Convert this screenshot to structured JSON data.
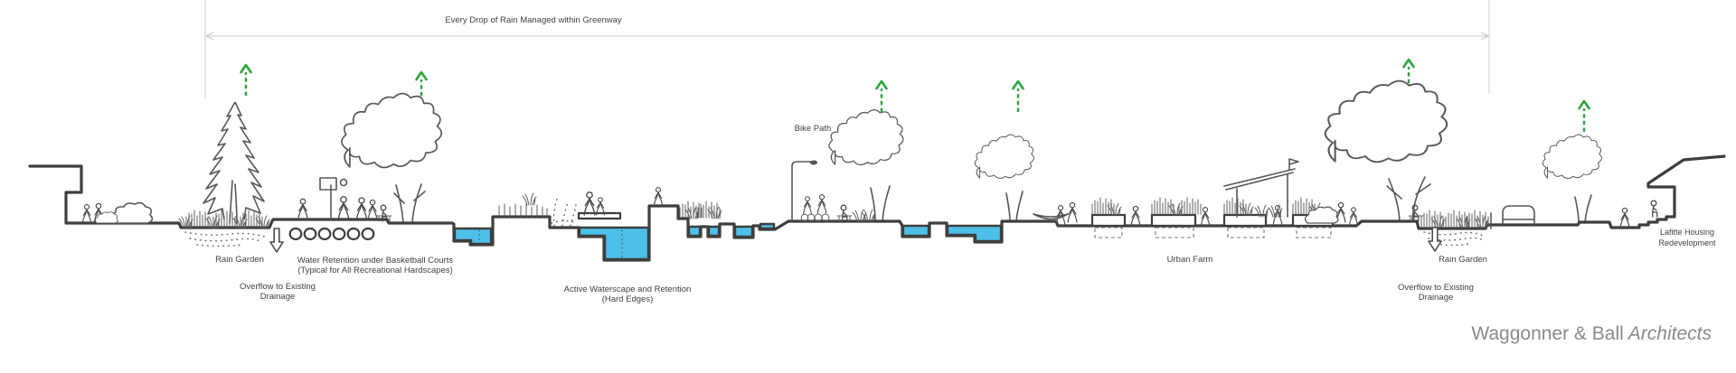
{
  "annotation": {
    "dimension_label": "Every Drop of Rain Managed within Greenway"
  },
  "labels": {
    "rain_garden_left": "Rain Garden",
    "water_retention": [
      "Water Retention under Basketball Courts",
      "(Typical for All Recreational Hardscapes)"
    ],
    "overflow_left": [
      "Overflow to Existing",
      "Drainage"
    ],
    "active_waterscape": [
      "Active Waterscape and Retention",
      "(Hard Edges)"
    ],
    "bike_path": "Bike Path",
    "urban_farm": "Urban Farm",
    "rain_garden_right": "Rain Garden",
    "overflow_right": [
      "Overflow to Existing",
      "Drainage"
    ],
    "lafitte": [
      "Lafitte Housing",
      "Redevelopment"
    ]
  },
  "branding": {
    "name": "Waggonner & Ball",
    "suffix": "Architects"
  },
  "colors": {
    "ink": "#3e3e3e",
    "water": "#4CC0E8",
    "green": "#2BA43C",
    "dimension": "#c9c9c9",
    "label": "#3f3f3f",
    "logo_gray": "#8a8a8a"
  }
}
